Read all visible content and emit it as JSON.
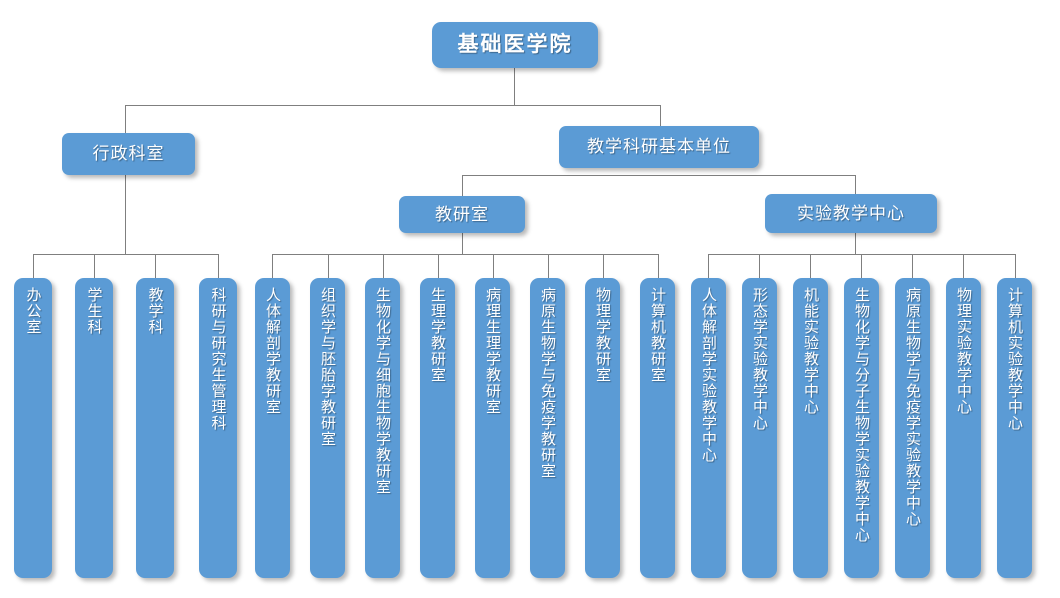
{
  "chart": {
    "title": "基础医学院",
    "type": "organization-chart",
    "accent_color": "#5b9bd5",
    "connector_color": "#7f7f7f",
    "text_color": "#ffffff",
    "background_color": "#ffffff"
  },
  "root": {
    "label": "基础医学院"
  },
  "level2": [
    {
      "label": "行政科室"
    },
    {
      "label": "教学科研基本单位"
    }
  ],
  "level3": [
    {
      "label": "教研室"
    },
    {
      "label": "实验教学中心"
    }
  ],
  "admin_units": [
    {
      "label": "办公室"
    },
    {
      "label": "学生科"
    },
    {
      "label": "教学科"
    },
    {
      "label": "科研与研究生管理科"
    }
  ],
  "teaching_sections": [
    {
      "label": "人体解剖学教研室"
    },
    {
      "label": "组织学与胚胎学教研室"
    },
    {
      "label": "生物化学与细胞生物学教研室"
    },
    {
      "label": "生理学教研室"
    },
    {
      "label": "病理生理学教研室"
    },
    {
      "label": "病原生物学与免疫学教研室"
    },
    {
      "label": "物理学教研室"
    },
    {
      "label": "计算机教研室"
    }
  ],
  "experiment_centers": [
    {
      "label": "人体解剖学实验教学中心"
    },
    {
      "label": "形态学实验教学中心"
    },
    {
      "label": "机能实验教学中心"
    },
    {
      "label": "生物化学与分子生物学实验教学中心"
    },
    {
      "label": "病原生物学与免疫学实验教学中心"
    },
    {
      "label": "物理实验教学中心"
    },
    {
      "label": "计算机实验教学中心"
    }
  ]
}
